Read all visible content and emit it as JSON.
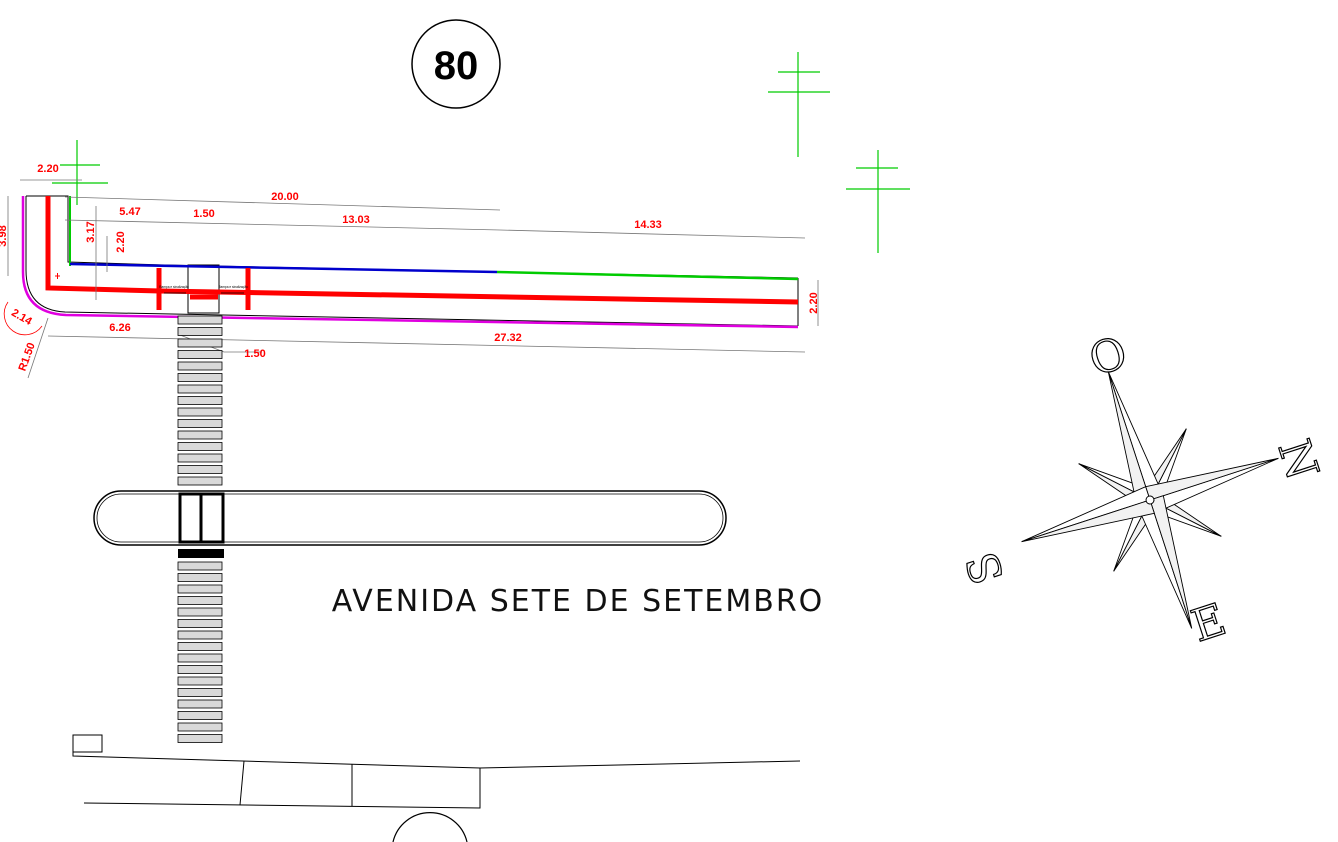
{
  "sheet": {
    "number_badge": "80",
    "street_name": "AVENIDA SETE DE SETEMBRO",
    "small_labels": [
      "Rampa e sinalização",
      "Rampa e sinalização"
    ]
  },
  "dimensions": {
    "d_2_20_top": "2.20",
    "d_20_00": "20.00",
    "d_5_47": "5.47",
    "d_1_50_top": "1.50",
    "d_13_03": "13.03",
    "d_14_33": "14.33",
    "d_3_98": "3.98",
    "d_3_17": "3.17",
    "d_2_20_vert": "2.20",
    "d_2_20_right": "2.20",
    "d_2_14": "2.14",
    "d_r1_50": "R1.50",
    "d_6_26": "6.26",
    "d_27_32": "27.32",
    "d_1_50_bottom": "1.50"
  },
  "compass": {
    "north": "N",
    "south": "S",
    "east": "E",
    "west": "O"
  },
  "colors": {
    "dimension": "#ff0000",
    "red_line": "#ff0000",
    "magenta_line": "#e000e0",
    "blue_line": "#0000cc",
    "green_line": "#00cc00",
    "ink": "#000000",
    "crosswalk_fill": "#d9d9d9"
  }
}
